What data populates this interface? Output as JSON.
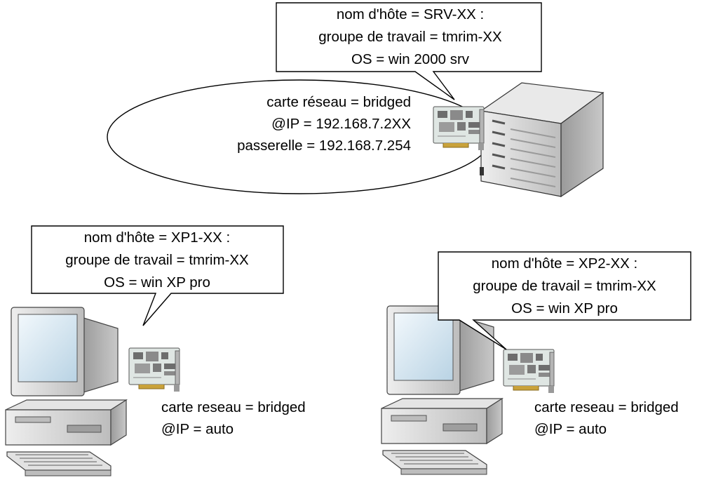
{
  "server": {
    "callout": {
      "hostname": "nom d'hôte = SRV-XX :",
      "workgroup": "groupe de travail = tmrim-XX",
      "os": "OS = win 2000 srv"
    },
    "network": {
      "card": "carte réseau = bridged",
      "ip": "@IP = 192.168.7.2XX",
      "gateway": "passerelle = 192.168.7.254"
    }
  },
  "client1": {
    "callout": {
      "hostname": "nom d'hôte = XP1-XX :",
      "workgroup": "groupe de travail = tmrim-XX",
      "os": "OS = win XP pro"
    },
    "network": {
      "card": "carte reseau =  bridged",
      "ip": "@IP = auto"
    }
  },
  "client2": {
    "callout": {
      "hostname": "nom d'hôte = XP2-XX :",
      "workgroup": "groupe de travail = tmrim-XX",
      "os": "OS = win XP pro"
    },
    "network": {
      "card": "carte reseau =  bridged",
      "ip": "@IP = auto"
    }
  },
  "icons": {
    "server": "server-tower-icon",
    "workstation": "desktop-computer-icon",
    "network_card": "network-card-icon"
  },
  "colors": {
    "outline": "#000000",
    "ellipse_fill": "#ffffff",
    "computer_body": "#d8d8d8",
    "screen": "#cfe3ef",
    "card_board": "#d7dfdc"
  }
}
